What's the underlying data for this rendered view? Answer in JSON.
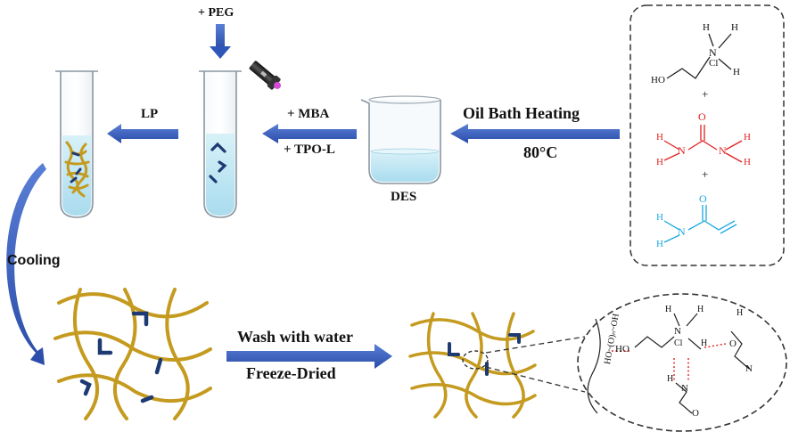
{
  "labels": {
    "peg": "+ PEG",
    "lp": "LP",
    "mba": "+ MBA",
    "tpo": "+ TPO-L",
    "des": "DES",
    "oil_bath": "Oil Bath Heating",
    "temperature": "80°C",
    "cooling": "Cooling",
    "wash": "Wash with water",
    "freeze": "Freeze-Dried"
  },
  "chemistry": {
    "choline_chloride": {
      "h": "H",
      "n": "N",
      "cl": "Cl",
      "ho": "HO"
    },
    "plus": "+",
    "urea": {
      "h": "H",
      "n": "N",
      "o": "O"
    },
    "acrylamide": {
      "h": "H",
      "n": "N",
      "o": "O"
    },
    "zoom": {
      "h": "H",
      "n": "N",
      "cl": "Cl",
      "ho": "HO",
      "o": "O",
      "peg_unit": "HO~(O)ₙ~OH"
    }
  },
  "colors": {
    "arrow_blue": "#2e55b8",
    "fiber_gold": "#c49a1f",
    "crosslink_navy": "#1e3a73",
    "urea_red": "#e02020",
    "acrylamide_cyan": "#1aa8e0",
    "liquid_cyan": "#bfe8f4",
    "hbond_red": "#e02020"
  }
}
